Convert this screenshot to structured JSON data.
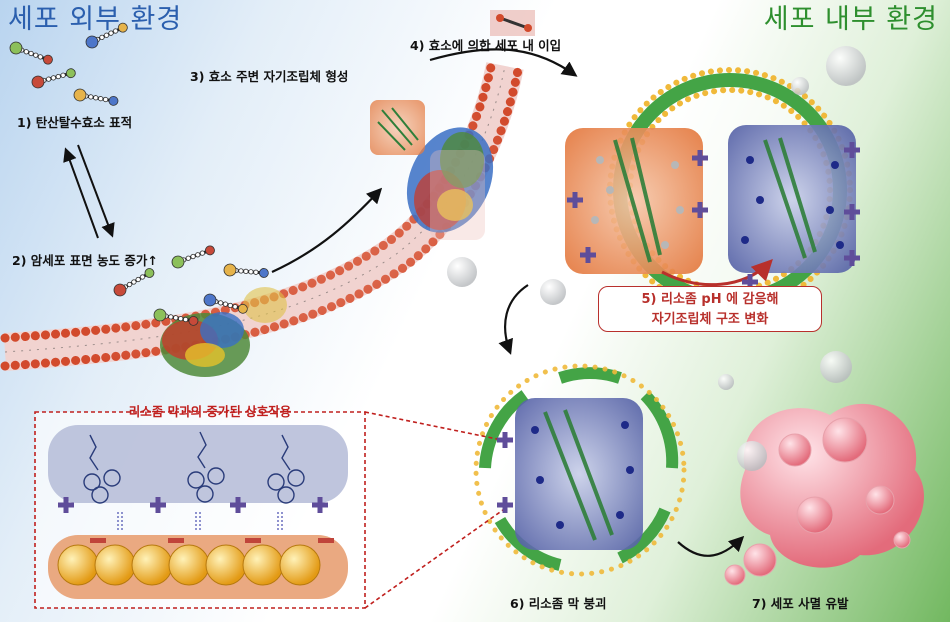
{
  "headers": {
    "outside": "세포 외부 환경",
    "inside": "세포 내부 환경"
  },
  "steps": {
    "s1": "1) 탄산탈수효소 표적",
    "s2": "2) 암세포 표면 농도 증가↑",
    "s3": "3) 효소 주변 자기조립체 형성",
    "s4": "4) 효소에 의한 세포 내 이입",
    "s5_line1": "5) 리소좀 pH 에 감응해",
    "s5_line2": "자기조립체 구조 변화",
    "s6": "6) 리소좀 막 붕괴",
    "s7": "7) 세포 사멸 유발"
  },
  "inset": {
    "title": "리소좀 막과의 증가된 상호작용"
  },
  "colors": {
    "outside_header": "#2b5fae",
    "inside_header": "#2e8f2e",
    "note_accent": "#b8302c",
    "lipid_head": "#e0664a",
    "vesicle_head": "#f0b93a",
    "vesicle_band": "#44a446",
    "dying_cell": "#ef7f8c",
    "positive_charge": "#5f4d9a"
  },
  "icons": {
    "small_molecule": "inhibitor-molecule-icon",
    "enzyme": "enzyme-cluster-icon",
    "charge": "positive-charge-icon",
    "arrow": "process-arrow-icon"
  }
}
